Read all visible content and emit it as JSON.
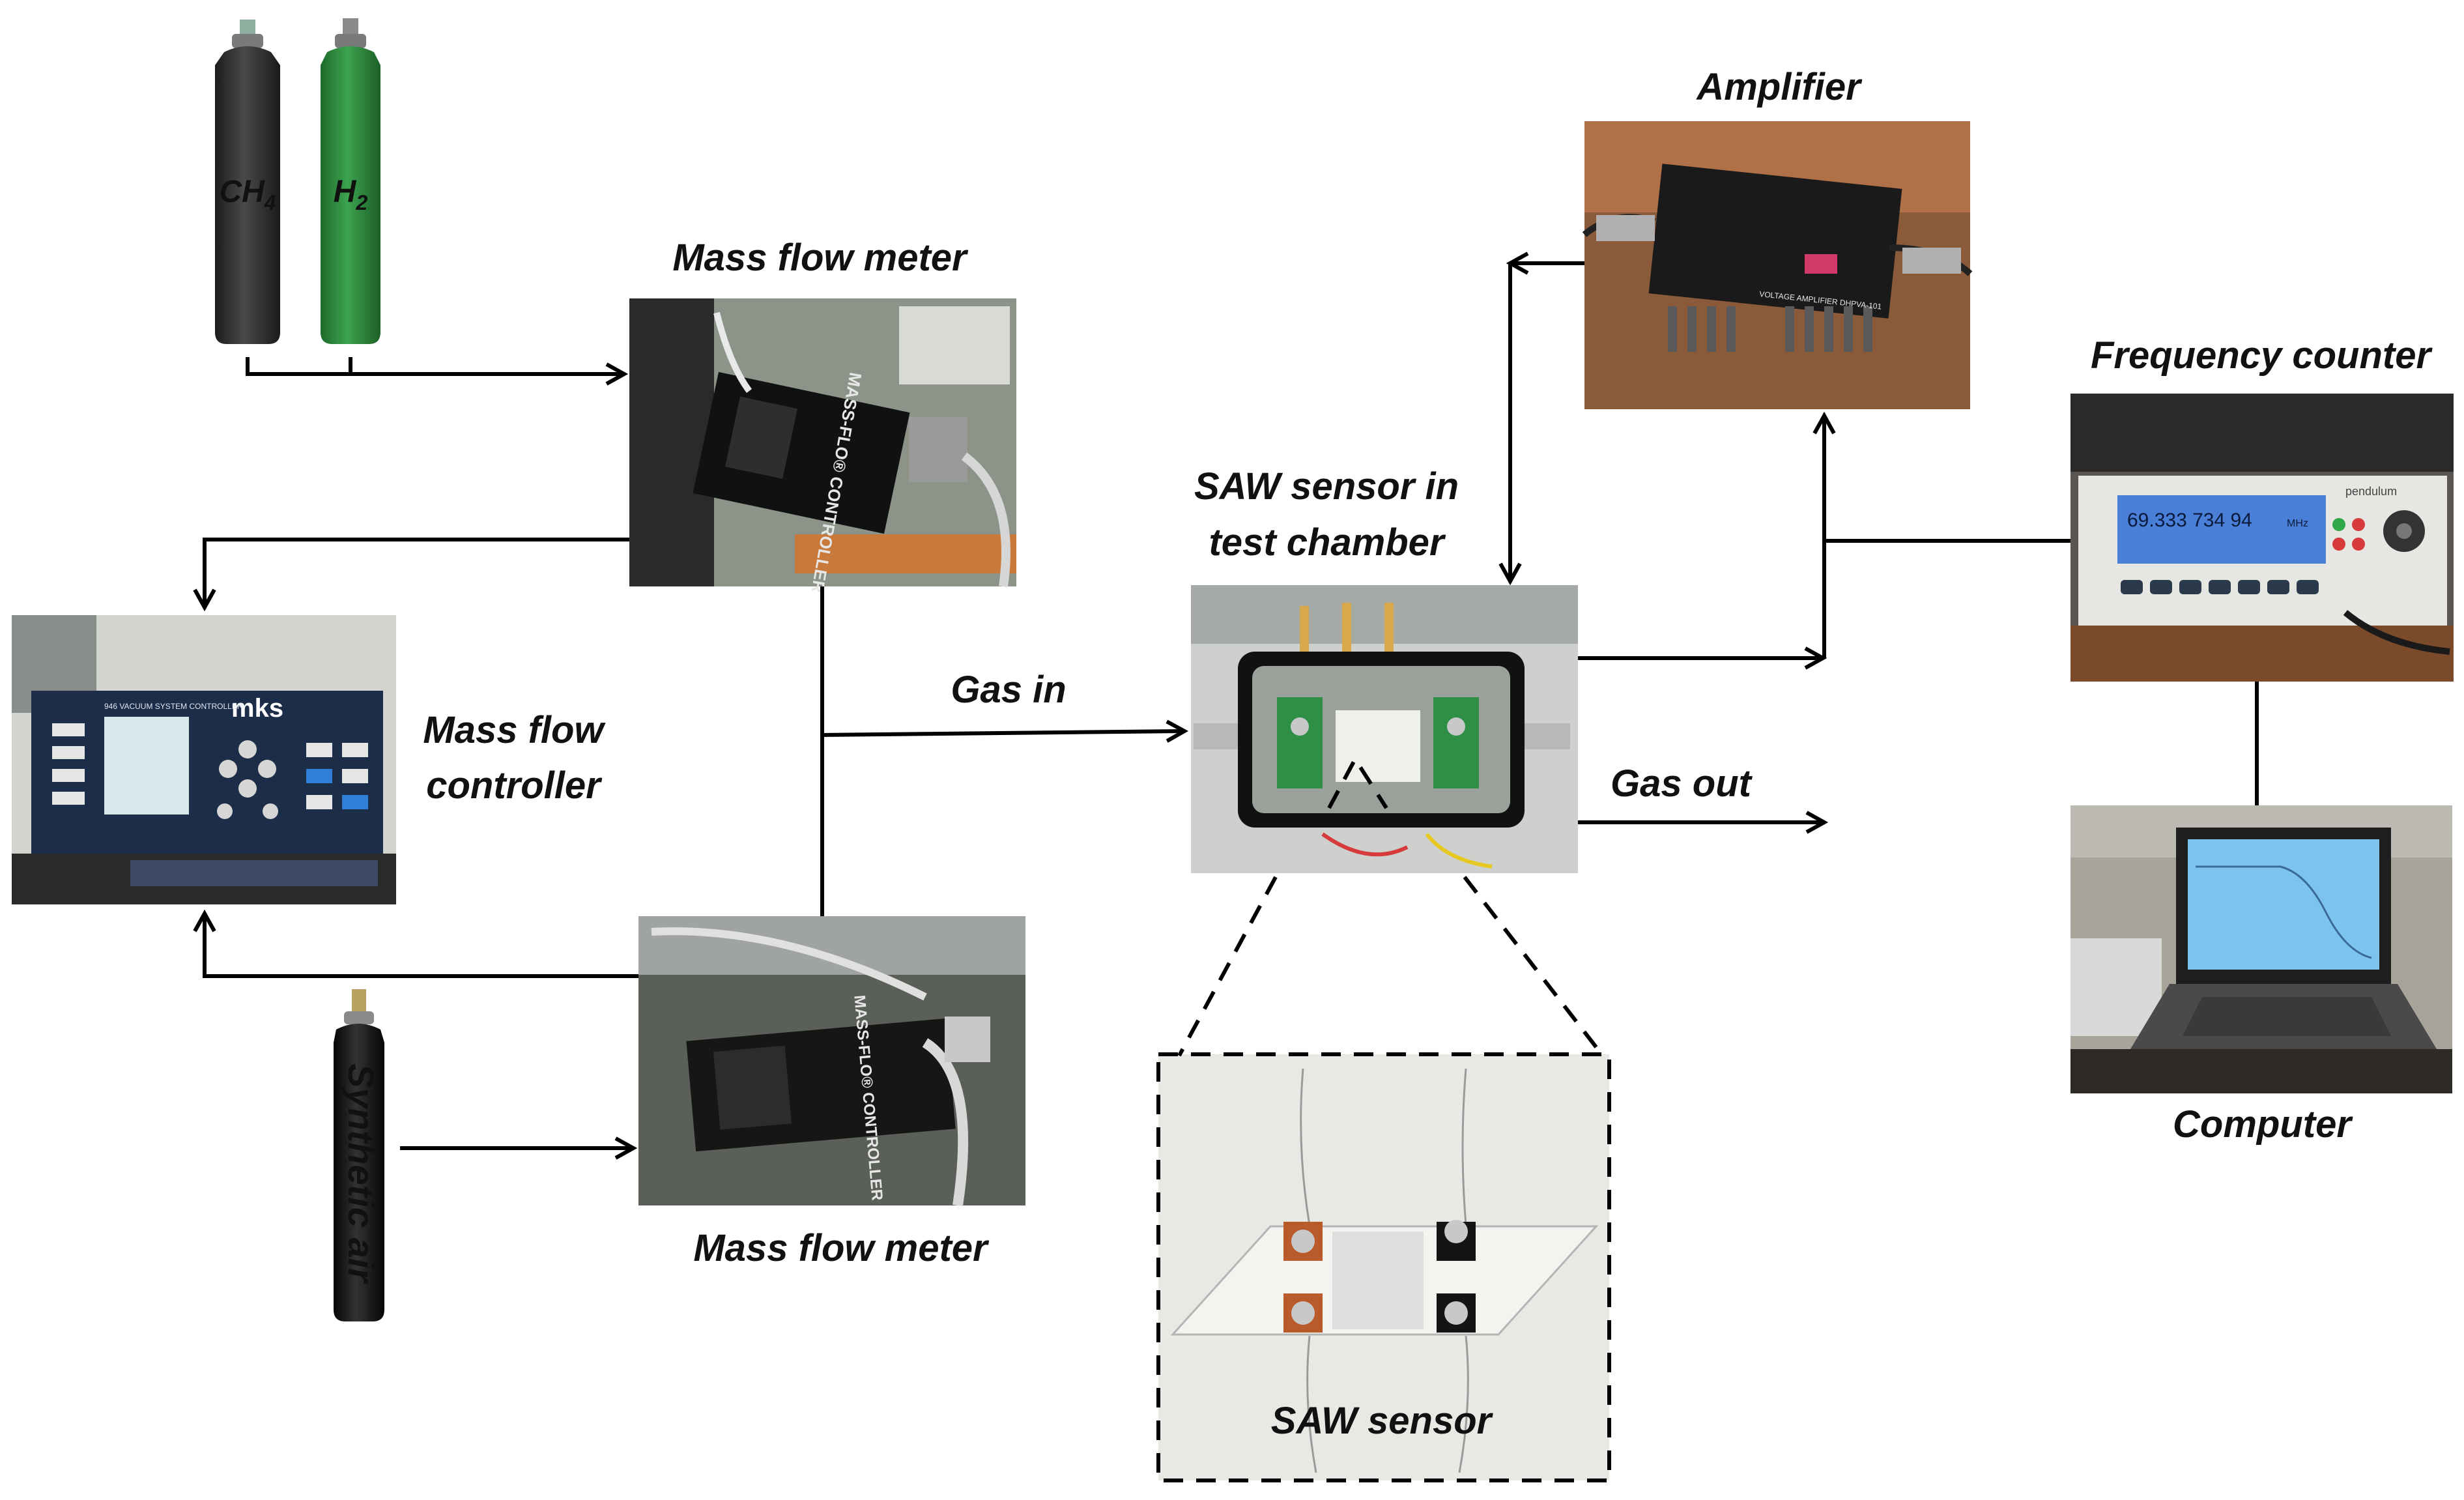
{
  "labels": {
    "mass_flow_meter_top": "Mass flow meter",
    "mass_flow_controller_line1": "Mass flow",
    "mass_flow_controller_line2": "controller",
    "mass_flow_meter_bottom": "Mass flow meter",
    "gas_in": "Gas in",
    "gas_out": "Gas out",
    "saw_chamber_line1": "SAW sensor in",
    "saw_chamber_line2": "test chamber",
    "saw_sensor": "SAW sensor",
    "amplifier": "Amplifier",
    "frequency_counter": "Frequency counter",
    "computer": "Computer"
  },
  "cylinders": {
    "ch4": {
      "main": "CH",
      "sub": "4"
    },
    "h2": {
      "main": "H",
      "sub": "2"
    },
    "synthetic_air": "Synthetic air"
  },
  "devices": {
    "mfc_brand": "mks",
    "mfc_screen_title": "946 VACUUM SYSTEM CONTROLLER",
    "mass_flo_label": "MASS-FLO® CONTROLLER",
    "amplifier_text": "VOLTAGE AMPLIFIER DHPVA-101",
    "frequency_reading": "69.333 734 94",
    "frequency_unit": "MHz",
    "counter_brand": "pendulum"
  },
  "colors": {
    "ch4_cylinder": "#2e2e2e",
    "h2_cylinder": "#2f8a3e",
    "air_cylinder": "#111111",
    "counter_screen": "#4a7fd8",
    "laptop_screen": "#7cc4ee"
  }
}
